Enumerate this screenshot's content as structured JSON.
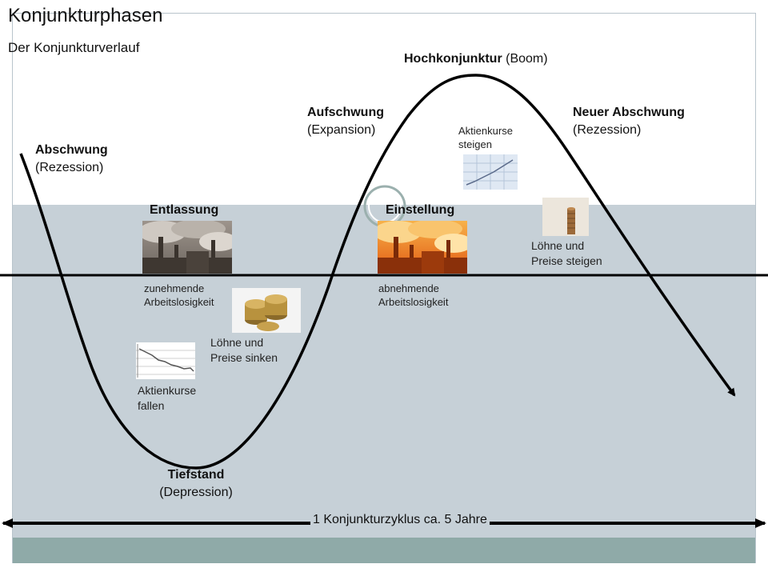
{
  "header": {
    "title": "Konjunkturphasen",
    "subtitle": "Der Konjunkturverlauf"
  },
  "phases": {
    "abschwung": {
      "bold": "Abschwung",
      "paren": "(Rezession)"
    },
    "aufschwung": {
      "bold": "Aufschwung",
      "paren": "(Expansion)"
    },
    "hochkonjunktur": {
      "bold": "Hochkonjunktur",
      "paren": "(Boom)"
    },
    "neuer_abschwung": {
      "bold": "Neuer Abschwung",
      "paren": "(Rezession)"
    },
    "tiefstand": {
      "bold": "Tiefstand",
      "paren": "(Depression)"
    }
  },
  "events": {
    "entlassung": "Entlassung",
    "einstellung": "Einstellung"
  },
  "notes": {
    "zunehmende_1": "zunehmende",
    "zunehmende_2": "Arbeitslosigkeit",
    "abnehmende_1": "abnehmende",
    "abnehmende_2": "Arbeitslosigkeit",
    "loehne_sinken_1": "Löhne und",
    "loehne_sinken_2": "Preise sinken",
    "loehne_steigen_1": "Löhne und",
    "loehne_steigen_2": "Preise steigen",
    "aktien_fallen_1": "Aktienkurse",
    "aktien_fallen_2": "fallen",
    "aktien_steigen_1": "Aktienkurse",
    "aktien_steigen_2": "steigen"
  },
  "cycle": {
    "label": "1 Konjunkturzyklus ca. 5 Jahre"
  },
  "colors": {
    "curve": "#000000",
    "panel_mid": "#c6d0d7",
    "panel_bottom": "#8faaa8",
    "factory_gray": "#5b5550",
    "factory_orange": "#e8701a"
  }
}
